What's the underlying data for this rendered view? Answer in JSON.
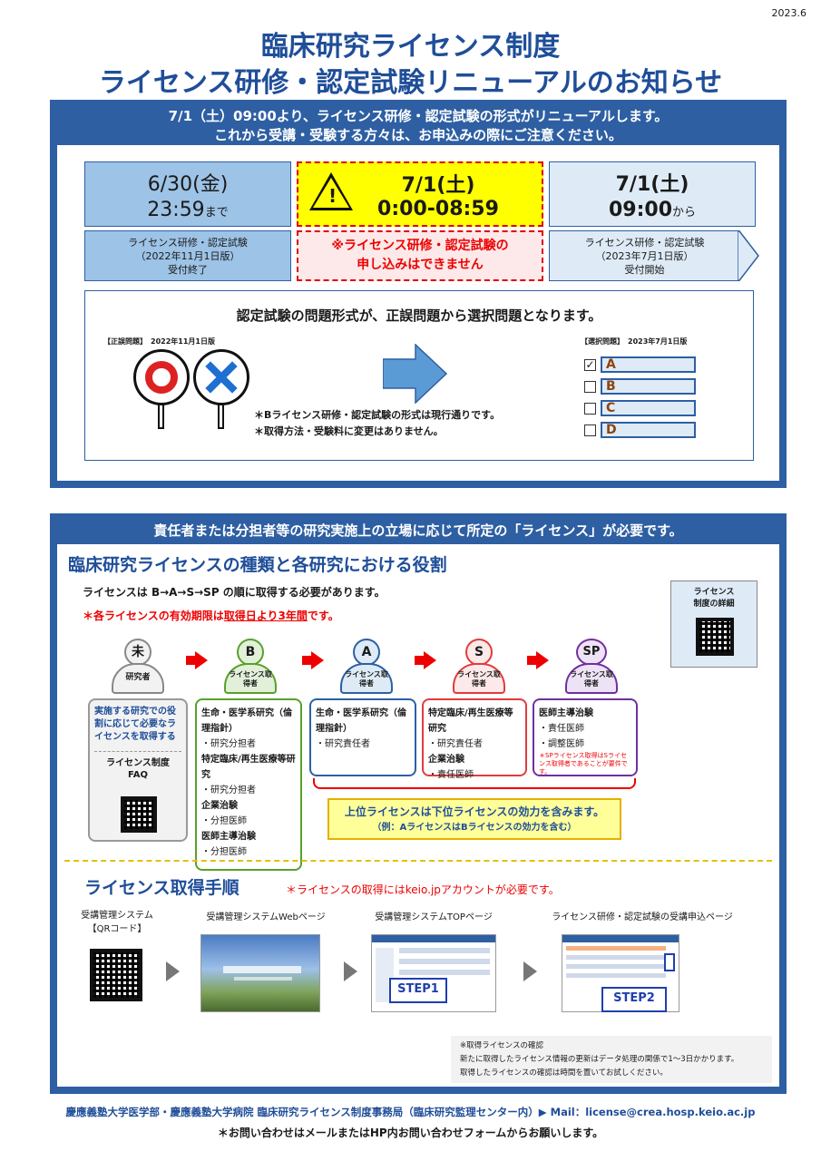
{
  "date": "2023.6",
  "title_line1": "臨床研究ライセンス制度",
  "title_line2": "ライセンス研修・認定試験リニューアルのお知らせ",
  "notice": {
    "line1": "7/1（土）09:00より、ライセンス研修・認定試験の形式がリニューアルします。",
    "line2": "これから受講・受験する方々は、お申込みの際にご注意ください。"
  },
  "timeline": {
    "before": {
      "date": "6/30(金)",
      "time": "23:59",
      "suffix": "まで",
      "desc1": "ライセンス研修・認定試験",
      "desc2": "（2022年11月1日版）",
      "desc3": "受付終了"
    },
    "gap": {
      "date": "7/1(土)",
      "time": "0:00-08:59",
      "warn1": "※ライセンス研修・認定試験の",
      "warn2": "申し込みはできません"
    },
    "after": {
      "date": "7/1(土)",
      "time": "09:00",
      "suffix": "から",
      "desc1": "ライセンス研修・認定試験",
      "desc2": "（2023年7月1日版）",
      "desc3": "受付開始"
    }
  },
  "exam": {
    "headline": "認定試験の問題形式が、正誤問題から選択問題となります。",
    "old_label": "【正誤問題】　2022年11月1日版",
    "new_label": "【選択問題】　2023年7月1日版",
    "choices": [
      "A",
      "B",
      "C",
      "D"
    ],
    "checked_mark": "✓",
    "note1": "＊Bライセンス研修・認定試験の形式は現行通りです。",
    "note2": "＊取得方法・受験料に変更はありません。"
  },
  "section2": {
    "head": "責任者または分担者等の研究実施上の立場に応じて所定の「ライセンス」が必要です。",
    "subtitle": "臨床研究ライセンスの種類と各研究における役割",
    "order": "ライセンスは B→A→S→SP の順に取得する必要があります。",
    "validity_pre": "＊各ライセンスの有効期限は",
    "validity_em": "取得日より3年間",
    "validity_post": "です。",
    "detail_label": "ライセンス\n制度の詳細",
    "levels": [
      {
        "head": "未",
        "body": "研究者",
        "color": "#999999"
      },
      {
        "head": "B",
        "body": "ライセンス取得者",
        "color": "#5aa02c"
      },
      {
        "head": "A",
        "body": "ライセンス取得者",
        "color": "#2e5fa3"
      },
      {
        "head": "S",
        "body": "ライセンス取得者",
        "color": "#e03c3c"
      },
      {
        "head": "SP",
        "body": "ライセンス取得者",
        "color": "#7030a0"
      }
    ],
    "none_box": {
      "text": "実施する研究での役割に応じて必要なライセンスを取得する",
      "faq": "ライセンス制度\nFAQ"
    },
    "b_box": [
      "生命・医学系研究（倫理指針）",
      "・研究分担者",
      "特定臨床/再生医療等研究",
      "・研究分担者",
      "企業治験",
      "・分担医師",
      "医師主導治験",
      "・分担医師"
    ],
    "a_box": [
      "生命・医学系研究（倫理指針）",
      "・研究責任者"
    ],
    "s_box": [
      "特定臨床/再生医療等研究",
      "・研究責任者",
      "企業治験",
      "・責任医師"
    ],
    "sp_box": [
      "医師主導治験",
      "・責任医師",
      "・調整医師"
    ],
    "sp_note": "＊SPライセンス取得はSライセンス取得者であることが要件です。",
    "upper_note1": "上位ライセンスは下位ライセンスの効力を含みます。",
    "upper_note2": "（例：AライセンスはBライセンスの効力を含む）",
    "howto_title": "ライセンス取得手順",
    "howto_note": "＊ライセンスの取得にはkeio.jpアカウントが必要です。",
    "steps": [
      {
        "label": "受講管理システム\n【QRコード】"
      },
      {
        "label": "受講管理システムWebページ"
      },
      {
        "label": "受講管理システムTOPページ",
        "step": "STEP1"
      },
      {
        "label": "ライセンス研修・認定試験の受講申込ページ",
        "step": "STEP2"
      }
    ],
    "confirm1": "※取得ライセンスの確認",
    "confirm2": "新たに取得したライセンス情報の更新はデータ処理の関係で1～3日かかります。",
    "confirm3": "取得したライセンスの確認は時間を置いてお試しください。"
  },
  "footer1": "慶應義塾大学医学部・慶應義塾大学病院 臨床研究ライセンス制度事務局（臨床研究監理センター内）▶ Mail：license@crea.hosp.keio.ac.jp",
  "footer2": "＊お問い合わせはメールまたはHP内お問い合わせフォームからお願いします。"
}
